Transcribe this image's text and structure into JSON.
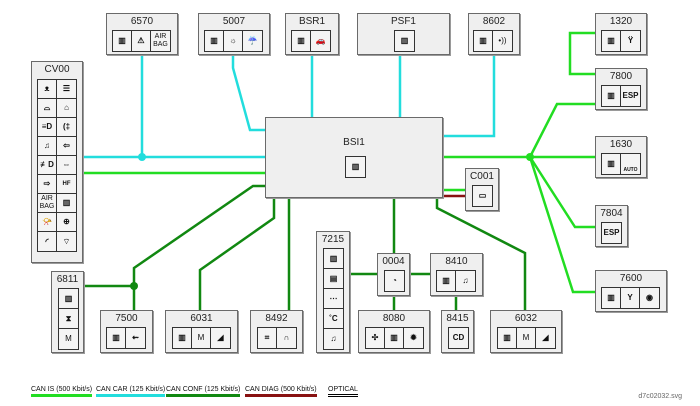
{
  "diagram": {
    "central_unit": {
      "id": "BSI1",
      "icon": "chip-fuse-icon"
    },
    "modules": [
      {
        "id": "6570",
        "icons": [
          "chip-icon",
          "seatbelt-icon",
          "airbag-text-icon"
        ],
        "network": "CAN CAR"
      },
      {
        "id": "5007",
        "icons": [
          "chip-icon",
          "sun-sensor-icon",
          "rain-sensor-icon"
        ],
        "network": "CAN CAR"
      },
      {
        "id": "BSR1",
        "icons": [
          "chip-icon",
          "car-icon"
        ],
        "network": "CAN CAR"
      },
      {
        "id": "PSF1",
        "icons": [
          "chip-icon"
        ],
        "network": "CAN CAR"
      },
      {
        "id": "8602",
        "icons": [
          "chip-icon",
          "alarm-signal-icon"
        ],
        "network": "CAN CAR"
      },
      {
        "id": "CV00",
        "icons": [
          "headlamp-wash-icon",
          "headlamp-icon",
          "front-wiper-icon",
          "rear-wiper-icon",
          "dipped-beam-icon",
          "rear-fog-icon",
          "audio-icon",
          "arrow-left-icon",
          "front-fog-icon",
          "indicators-icon",
          "door-exit-icon",
          "hands-free-icon",
          "airbag-text-icon",
          "chip-icon",
          "horn-icon",
          "steering-wheel-icon",
          "lighting-icon",
          "gauge-icon"
        ],
        "network": "CAN CAR / CAN IS"
      },
      {
        "id": "1320",
        "icons": [
          "chip-icon",
          "injector-icon"
        ],
        "network": "CAN IS"
      },
      {
        "id": "7800",
        "icons": [
          "chip-icon",
          "esp-text-icon"
        ],
        "esp_label": "ESP",
        "network": "CAN IS"
      },
      {
        "id": "1630",
        "icons": [
          "chip-icon",
          "auto-gearbox-icon"
        ],
        "auto_label": "AUTO",
        "network": "CAN IS"
      },
      {
        "id": "7804",
        "icons": [
          "esp-text-icon"
        ],
        "esp_label": "ESP",
        "network": "CAN IS"
      },
      {
        "id": "7600",
        "icons": [
          "chip-icon",
          "antenna-icon",
          "speaker-icon"
        ],
        "network": "CAN IS"
      },
      {
        "id": "C001",
        "icons": [
          "diag-connector-icon"
        ],
        "network": "CAN DIAG"
      },
      {
        "id": "6811",
        "icons": [
          "chip-icon",
          "headlamp-level-icon",
          "motor-icon"
        ],
        "network": "CAN CONF"
      },
      {
        "id": "7500",
        "icons": [
          "chip-icon",
          "parking-sensor-icon"
        ],
        "network": "CAN CONF"
      },
      {
        "id": "6031",
        "icons": [
          "chip-icon",
          "motor-icon",
          "seat-icon"
        ],
        "network": "CAN CONF"
      },
      {
        "id": "8492",
        "icons": [
          "phone-keypad-icon",
          "headphones-icon"
        ],
        "network": "CAN CONF"
      },
      {
        "id": "7215",
        "icons": [
          "chip-icon",
          "display-icon",
          "trip-icon",
          "temperature-icon",
          "audio-icon"
        ],
        "network": "CAN CONF"
      },
      {
        "id": "0004",
        "icons": [
          "instrument-panel-icon"
        ],
        "network": "CAN CONF"
      },
      {
        "id": "8410",
        "icons": [
          "chip-icon",
          "audio-icon"
        ],
        "network": "CAN CONF"
      },
      {
        "id": "8080",
        "icons": [
          "fan-icon",
          "chip-icon",
          "air-con-icon"
        ],
        "network": "CAN CONF"
      },
      {
        "id": "8415",
        "icons": [
          "cd-icon"
        ],
        "cd_label": "CD",
        "network": "CAN CONF"
      },
      {
        "id": "6032",
        "icons": [
          "chip-icon",
          "motor-icon",
          "seat-icon"
        ],
        "network": "CAN CONF"
      }
    ],
    "icon_text": {
      "airbag_1": "AIR",
      "airbag_2": "BAG",
      "esp": "ESP",
      "auto": "AUTO",
      "cd": "CD",
      "hf": "HF",
      "motor": "M"
    }
  },
  "legend": [
    {
      "label": "CAN IS (500 Kbit/s)",
      "color": "#22dd22"
    },
    {
      "label": "CAN CAR (125 Kbit/s)",
      "color": "#22dddd"
    },
    {
      "label": "CAN CONF (125 Kbit/s)",
      "color": "#118811"
    },
    {
      "label": "CAN DIAG (500 Kbit/s)",
      "color": "#881111"
    },
    {
      "label": "OPTICAL",
      "color": "#000000"
    }
  ],
  "footer": {
    "file_name": "d7c02032.svg"
  }
}
